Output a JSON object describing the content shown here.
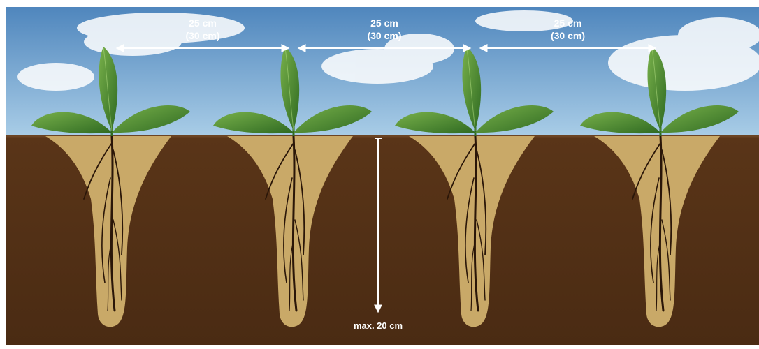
{
  "spacing_labels": [
    {
      "primary": "25 cm",
      "secondary": "(30 cm)"
    },
    {
      "primary": "25 cm",
      "secondary": "(30 cm)"
    },
    {
      "primary": "25 cm",
      "secondary": "(30 cm)"
    }
  ],
  "depth_label": "max. 20 cm",
  "plant_count": 4,
  "colors": {
    "sky_top": "#4f86bd",
    "sky_bottom": "#a9cde7",
    "soil": "#5a3518",
    "soil_dark": "#4a2b13",
    "loosened_soil": "#c9a968",
    "leaf": "#3f7f2a",
    "leaf_light": "#78b04a",
    "root": "#2a1608",
    "arrow": "#ffffff"
  }
}
